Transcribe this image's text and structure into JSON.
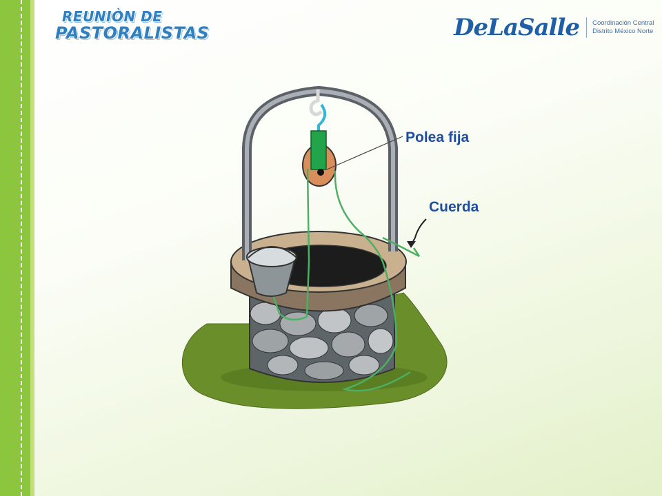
{
  "header": {
    "title_line1": "REUNIÒN DE",
    "title_line2": "PASTORALISTAS"
  },
  "logo": {
    "brand": "DeLaSalle",
    "subtitle_line1": "Coordinación Central",
    "subtitle_line2": "Distrito México Norte"
  },
  "diagram": {
    "labels": {
      "pulley": "Polea fija",
      "rope": "Cuerda"
    }
  },
  "colors": {
    "sidebar": "#8cc63f",
    "title": "#2f7fc1",
    "label": "#1f4e9e",
    "rope": "#4caf63"
  }
}
